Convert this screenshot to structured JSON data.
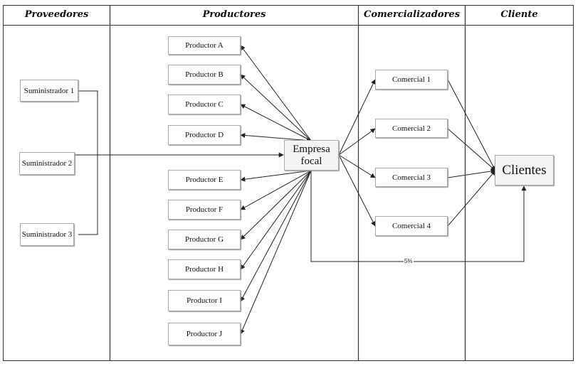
{
  "lanes": {
    "proveedores": "Proveedores",
    "productores": "Productores",
    "comercializadores": "Comercializadores",
    "cliente": "Cliente"
  },
  "suppliers": [
    "Suministrador 1",
    "Suministrador 2",
    "Suministrador 3"
  ],
  "producers": [
    "Productor A",
    "Productor B",
    "Productor C",
    "Productor D",
    "Productor E",
    "Productor F",
    "Productor G",
    "Productor H",
    "Productor I",
    "Productor J"
  ],
  "focal": "Empresa focal",
  "traders": [
    "Comercial 1",
    "Comercial 2",
    "Comercial 3",
    "Comercial 4"
  ],
  "clients": "Clientes",
  "direct_flow_label": "5%",
  "colors": {
    "line": "#222222",
    "border": "#333333",
    "box_border": "#a9a9a9"
  }
}
